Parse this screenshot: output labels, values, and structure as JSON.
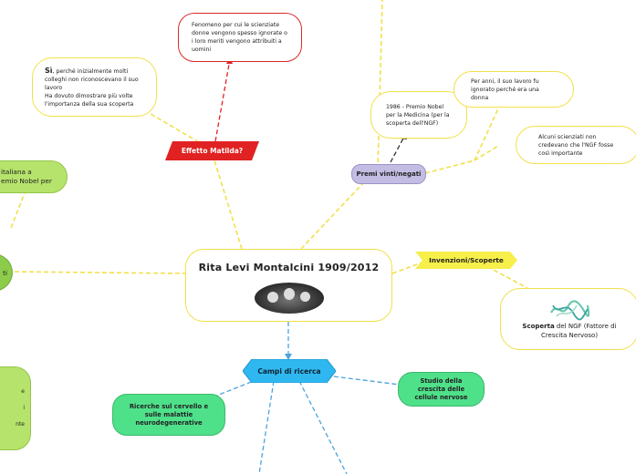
{
  "center": {
    "title": "Rita Levi Montalcini 1909/2012"
  },
  "effetto": {
    "label": "Effetto Matilda?"
  },
  "matilda_def": {
    "text": "Fenomeno per cui le scienziate donne vengono spesso ignorate o i loro meriti vengono attribuiti a uomini"
  },
  "si_note": {
    "bold": "Sì",
    "line1": ", perché inizialmente molti colleghi non riconoscevano il suo lavoro",
    "line2": "Ha dovuto dimostrare più volte l'importanza della sua scoperta"
  },
  "premi": {
    "label": "Premi vinti/negati"
  },
  "nobel": {
    "text": "1986 - Premio Nobel per la Medicina (per la scoperta dell'NGF)"
  },
  "per_anni": {
    "text": "Per anni, il suo lavoro fu ignorato perché era una donna"
  },
  "alcuni": {
    "text": "Alcuni scienziati non credevano che l'NGF fosse così importante"
  },
  "invenzioni": {
    "label": "Invenzioni/Scoperte"
  },
  "scoperta": {
    "bold": "Scoperta",
    "rest": " del NGF (Fattore di Crescita Nervoso)"
  },
  "campi": {
    "label": "Campi di ricerca"
  },
  "ricerche": {
    "text": "Ricerche sul cervello e sulle malattie neurodegenerative"
  },
  "studio": {
    "text": "Studio della crescita delle cellule nervose"
  },
  "left_top": {
    "line1": "italiana a",
    "line2": "emio Nobel per"
  },
  "left_mid": {
    "text": "ti"
  },
  "left_bottom": {
    "line1": "e",
    "line2": "i",
    "line3": "nte"
  },
  "colors": {
    "yellow_link": "#f2e04a",
    "red": "#e02222",
    "premi_fill": "#c4bde3",
    "invenzioni_fill": "#f7ef4a",
    "campi_fill": "#2fb8f0",
    "green_fill": "#4fe08a",
    "lime_fill": "#b6e36b",
    "blue_link": "#4aa3df"
  }
}
